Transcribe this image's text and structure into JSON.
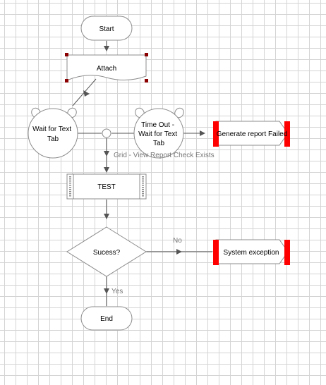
{
  "nodes": {
    "start": "Start",
    "attach": "Attach",
    "wait_text_tab": [
      "Wait for Text",
      "Tab"
    ],
    "timeout_wait": [
      "Time Out -",
      "Wait for Text",
      "Tab"
    ],
    "generate_report": "Generate report Failed",
    "test": "TEST",
    "decision": "Sucess?",
    "system_exception": "System exception",
    "end": "End"
  },
  "edges": {
    "grid_view_label": "Grid - View Report Check Exists",
    "no_label": "No",
    "yes_label": "Yes"
  },
  "colors": {
    "stroke": "#8c8c8c",
    "exception_bar": "#ff0000",
    "selection_handle": "#8b0000",
    "connector": "#555555"
  }
}
